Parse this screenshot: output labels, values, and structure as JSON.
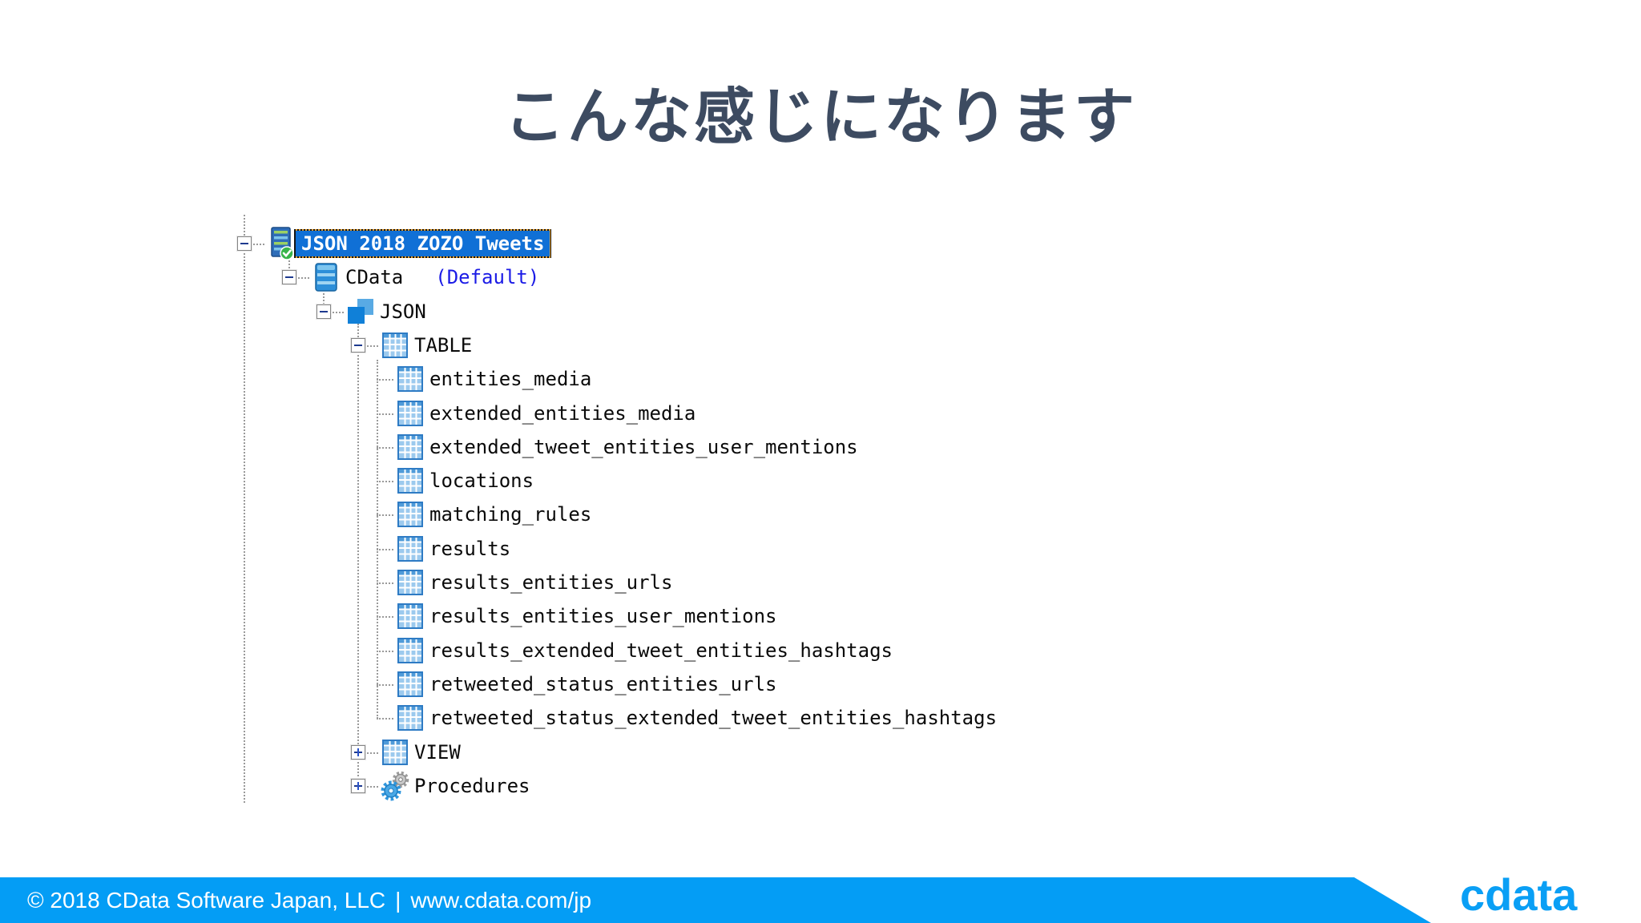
{
  "title": "こんな感じになります",
  "tree": {
    "rows": [
      {
        "label": "JSON 2018 ZOZO Tweets",
        "level": 0,
        "icon": "server-check-icon",
        "expand": "minus",
        "selected": true
      },
      {
        "label": "CData",
        "suffix": "(Default)",
        "level": 1,
        "icon": "database-icon",
        "expand": "minus"
      },
      {
        "label": "JSON",
        "level": 2,
        "icon": "schema-icon",
        "expand": "minus"
      },
      {
        "label": "TABLE",
        "level": 3,
        "icon": "table-icon",
        "expand": "minus"
      },
      {
        "label": "entities_media",
        "level": 4,
        "icon": "table-icon"
      },
      {
        "label": "extended_entities_media",
        "level": 4,
        "icon": "table-icon"
      },
      {
        "label": "extended_tweet_entities_user_mentions",
        "level": 4,
        "icon": "table-icon"
      },
      {
        "label": "locations",
        "level": 4,
        "icon": "table-icon"
      },
      {
        "label": "matching_rules",
        "level": 4,
        "icon": "table-icon"
      },
      {
        "label": "results",
        "level": 4,
        "icon": "table-icon"
      },
      {
        "label": "results_entities_urls",
        "level": 4,
        "icon": "table-icon"
      },
      {
        "label": "results_entities_user_mentions",
        "level": 4,
        "icon": "table-icon"
      },
      {
        "label": "results_extended_tweet_entities_hashtags",
        "level": 4,
        "icon": "table-icon"
      },
      {
        "label": "retweeted_status_entities_urls",
        "level": 4,
        "icon": "table-icon"
      },
      {
        "label": "retweeted_status_extended_tweet_entities_hashtags",
        "level": 4,
        "icon": "table-icon"
      },
      {
        "label": "VIEW",
        "level": 3,
        "icon": "table-icon",
        "expand": "plus"
      },
      {
        "label": "Procedures",
        "level": 3,
        "icon": "gears-icon",
        "expand": "plus"
      }
    ]
  },
  "footer": {
    "copyright": "© 2018 CData Software Japan, LLC",
    "separator": "|",
    "url": "www.cdata.com/jp",
    "logo_text": "cdata"
  },
  "colors": {
    "accent_blue": "#049df5",
    "selection_blue": "#1070d6",
    "title_color": "#3d4b61",
    "default_suffix_blue": "#1b1be6",
    "tree_line_gray": "#9a9a9a"
  }
}
